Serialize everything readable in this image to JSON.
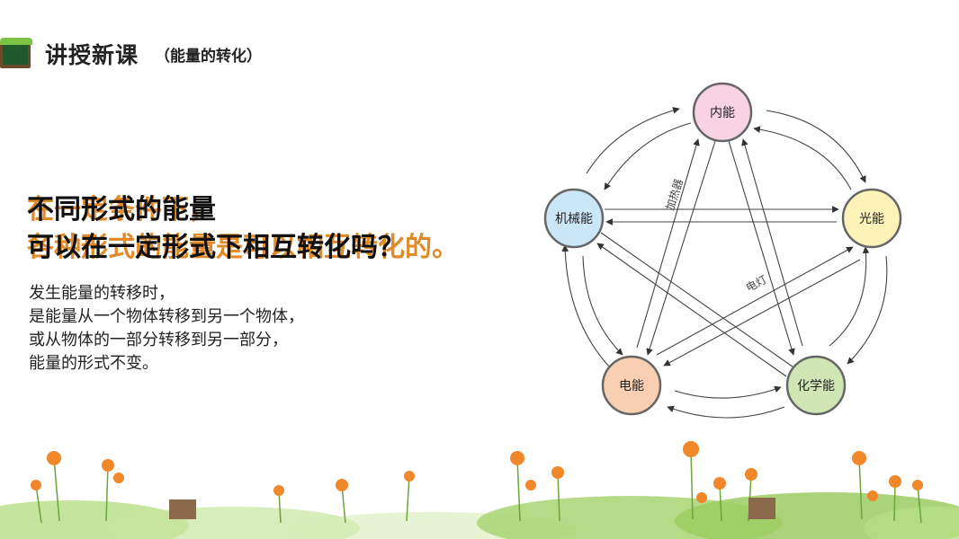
{
  "header": {
    "title": "讲授新课",
    "subtitle": "（能量的转化）",
    "icon": "chalkboard-icon"
  },
  "headline": {
    "orange_line1": "在一定条件下，",
    "orange_line2": "各种形式的能量是可以相互转化的。",
    "black_line1": "不同形式的能量",
    "black_line2": "可以在一定形式下相互转化吗？"
  },
  "paragraph": [
    "发生能量的转移时，",
    "是能量从一个物体转移到另一个物体，",
    "或从物体的一部分转移到另一部分，",
    "能量的形式不变。"
  ],
  "diagram": {
    "nodes": {
      "internal": {
        "label": "内能",
        "color": "#f7d3e3"
      },
      "light": {
        "label": "光能",
        "color": "#fdf3b8"
      },
      "chemical": {
        "label": "化学能",
        "color": "#cfe6b4"
      },
      "electric": {
        "label": "电能",
        "color": "#f8cfb2"
      },
      "mechanical": {
        "label": "机械能",
        "color": "#cbe6f7"
      }
    },
    "edge_labels": {
      "heater": "加热器",
      "lamp": "电灯"
    }
  }
}
